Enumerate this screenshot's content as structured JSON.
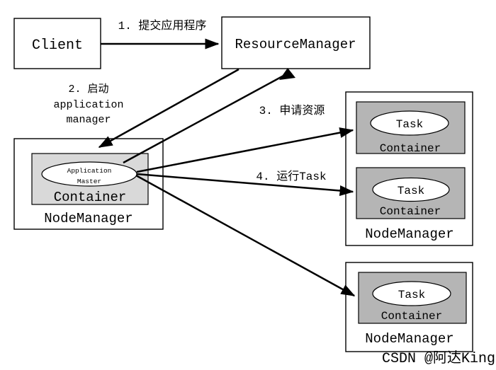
{
  "diagram": {
    "client": "Client",
    "resource_manager": "ResourceManager",
    "node_manager_left": {
      "title": "NodeManager",
      "container": "Container",
      "app_master_line1": "Application",
      "app_master_line2": "Master"
    },
    "node_manager_right": {
      "title": "NodeManager",
      "container1": {
        "task": "Task",
        "label": "Container"
      },
      "container2": {
        "task": "Task",
        "label": "Container"
      }
    },
    "node_manager_bottom": {
      "title": "NodeManager",
      "container": {
        "task": "Task",
        "label": "Container"
      }
    },
    "steps": {
      "step1": "1. 提交应用程序",
      "step2_line1": "2. 启动",
      "step2_line2": "application",
      "step2_line3": "manager",
      "step3": "3. 申请资源",
      "step4": "4. 运行Task"
    },
    "watermark": "CSDN @阿达King",
    "colors": {
      "container_left_fill": "#d9d9d9",
      "container_right_fill": "#b5b5b5",
      "line": "#000000",
      "watermark": "#c3c3c3",
      "background": "#ffffff"
    }
  }
}
